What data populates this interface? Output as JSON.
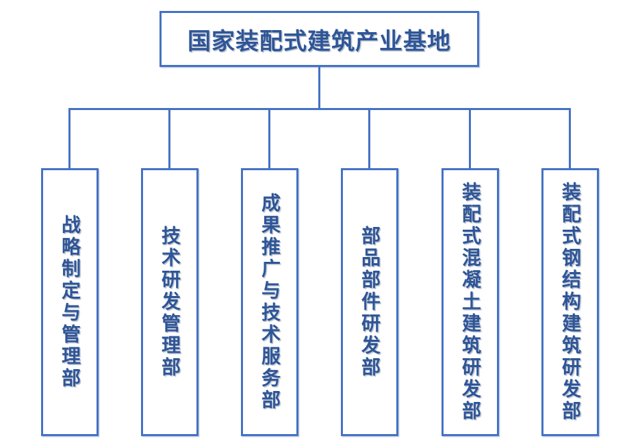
{
  "colors": {
    "box_border": "#4472C4",
    "connector": "#4472C4",
    "text": "#2E5597",
    "background": "#FFFFFF"
  },
  "root": {
    "label": "国家装配式建筑产业基地"
  },
  "departments": [
    {
      "label": "战略制定与管理部"
    },
    {
      "label": "技术研发管理部"
    },
    {
      "label": "成果推广与技术服务部"
    },
    {
      "label": "部品部件研发部"
    },
    {
      "label": "装配式混凝土建筑研发部"
    },
    {
      "label": "装配式钢结构建筑研发部"
    }
  ]
}
